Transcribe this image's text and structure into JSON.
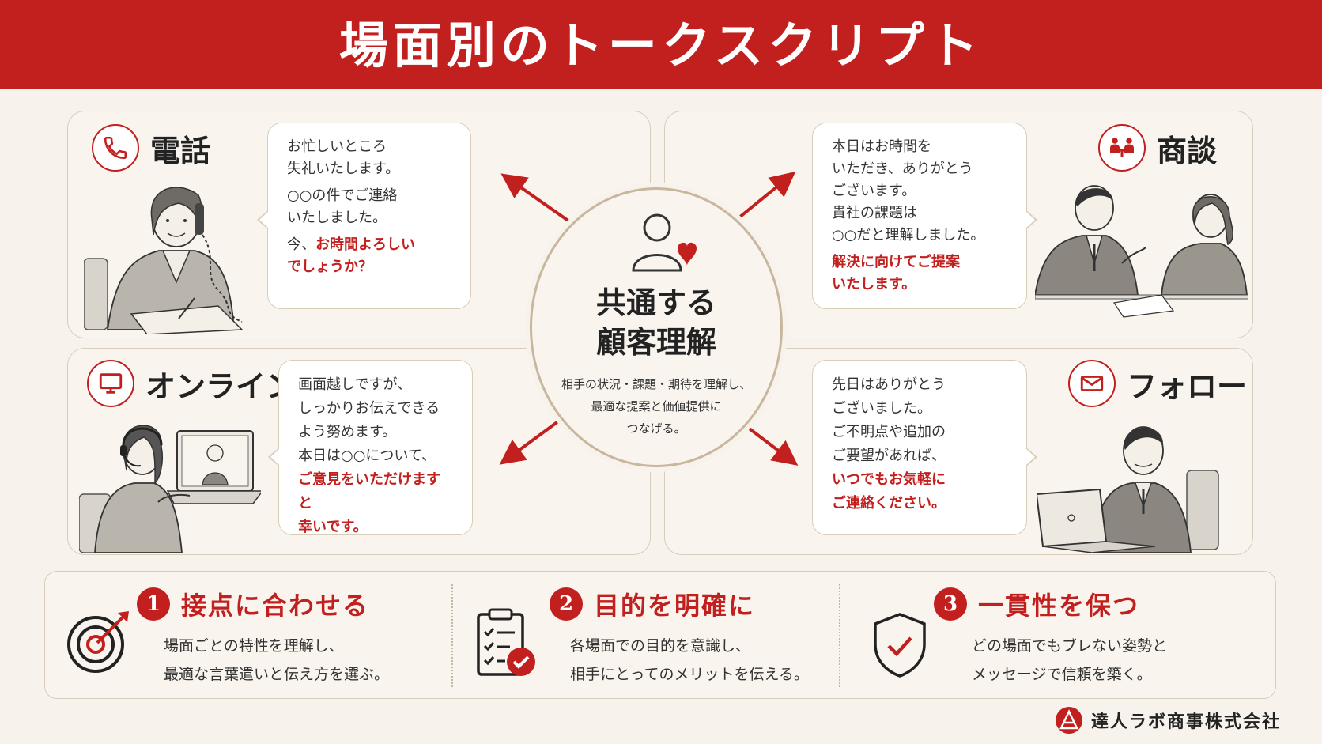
{
  "title": "場面別のトークスクリプト",
  "colors": {
    "accent": "#c2201e",
    "background": "#f7f3ec",
    "border": "#d8cdb9"
  },
  "center": {
    "icon": "person-heart-icon",
    "title_line1": "共通する",
    "title_line2": "顧客理解",
    "desc_line1": "相手の状況・課題・期待を理解し、",
    "desc_line2": "最適な提案と価値提供に",
    "desc_line3": "つなげる。"
  },
  "scenes": {
    "phone": {
      "label": "電話",
      "icon": "phone-icon",
      "lines": [
        "お忙しいところ",
        "失礼いたします。",
        "○○の件でご連絡",
        "いたしました。",
        "今、"
      ],
      "highlight": [
        "お時間よろしい",
        "でしょうか？"
      ]
    },
    "meeting": {
      "label": "商談",
      "icon": "meeting-icon",
      "lines": [
        "本日はお時間を",
        "いただき、ありがとう",
        "ございます。",
        "貴社の課題は",
        "○○だと理解しました。"
      ],
      "highlight": [
        "解決に向けてご提案",
        "いたします。"
      ]
    },
    "online": {
      "label": "オンライン",
      "icon": "monitor-icon",
      "lines": [
        "画面越しですが、",
        "しっかりお伝えできる",
        "よう努めます。",
        "本日は○○について、"
      ],
      "highlight": [
        "ご意見をいただけますと",
        "幸いです。"
      ]
    },
    "follow": {
      "label": "フォロー",
      "icon": "mail-icon",
      "lines": [
        "先日はありがとう",
        "ございました。",
        "ご不明点や追加の",
        "ご要望があれば、"
      ],
      "highlight": [
        "いつでもお気軽に",
        "ご連絡ください。"
      ]
    }
  },
  "principles": [
    {
      "num": "1",
      "title": "接点に合わせる",
      "icon": "target-icon",
      "desc_line1": "場面ごとの特性を理解し、",
      "desc_line2": "最適な言葉遣いと伝え方を選ぶ。"
    },
    {
      "num": "2",
      "title": "目的を明確に",
      "icon": "checklist-icon",
      "desc_line1": "各場面での目的を意識し、",
      "desc_line2": "相手にとってのメリットを伝える。"
    },
    {
      "num": "3",
      "title": "一貫性を保つ",
      "icon": "shield-check-icon",
      "desc_line1": "どの場面でもブレない姿勢と",
      "desc_line2": "メッセージで信頼を築く。"
    }
  ],
  "company": {
    "name": "達人ラボ商事株式会社",
    "icon": "company-logo-icon"
  }
}
